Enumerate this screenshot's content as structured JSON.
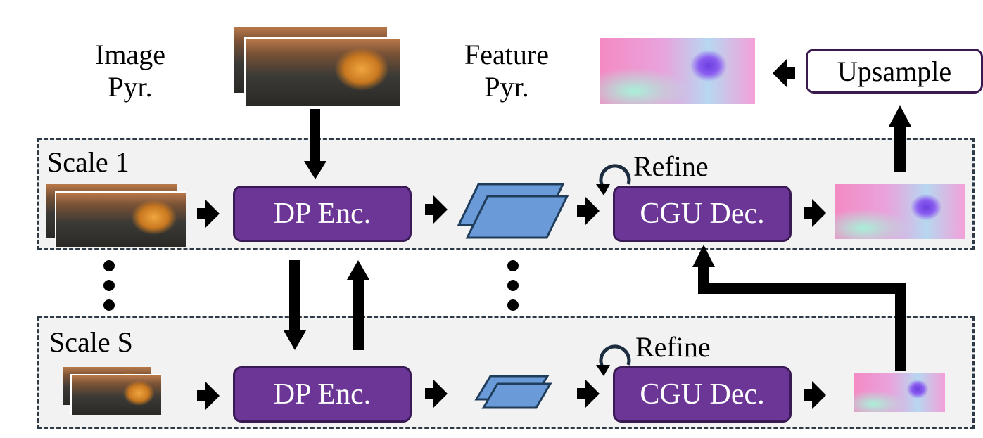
{
  "labels": {
    "image_pyr": [
      "Image",
      "Pyr."
    ],
    "feature_pyr": [
      "Feature",
      "Pyr."
    ],
    "upsample": "Upsample",
    "scale_1": "Scale 1",
    "scale_s": "Scale S",
    "refine": "Refine",
    "dp_enc": "DP Enc.",
    "cgu_dec": "CGU Dec."
  },
  "colors": {
    "module_fill": "#6b3696",
    "feature_fill": "#6a9bd8",
    "panel_fill": "#f2f2f2",
    "panel_border": "#2e3b47"
  },
  "icons": {
    "arrow": "right-arrow-icon",
    "refine_loop": "loop-icon",
    "ellipsis": "vertical-dots-icon"
  }
}
